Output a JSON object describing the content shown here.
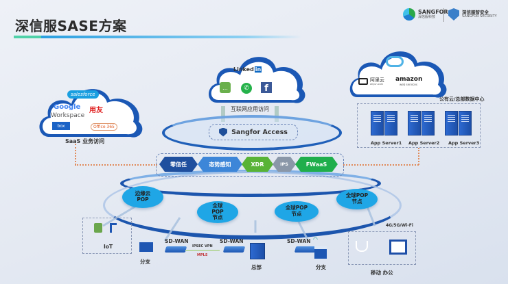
{
  "header": {
    "title": "深信服SASE方案",
    "logos": [
      {
        "name": "SANGFOR",
        "sub": "深信服科技"
      },
      {
        "name": "深信服智安全",
        "sub": "SANGFOR SECURITY"
      }
    ]
  },
  "clouds": {
    "saas": {
      "caption": "SaaS 业务访问",
      "brands": [
        "salesforce",
        "Google",
        "Workspace",
        "用友",
        "box",
        "Office 365"
      ]
    },
    "internet": {
      "caption": "互联网应用访问",
      "brands": [
        "Linked",
        "in",
        "WeChat",
        "WhatsApp",
        "f"
      ]
    },
    "public": {
      "caption": "公有云/总部数据中心",
      "brands": [
        "阿里云",
        "aliyun.com",
        "amazon",
        "web services"
      ]
    }
  },
  "servers": [
    "App Server1",
    "App Server2",
    "App Server3"
  ],
  "access": {
    "label": "Sangfor Access"
  },
  "services": [
    {
      "label": "零信任",
      "color": "#1f4f9e"
    },
    {
      "label": "态势感知",
      "color": "#3d86d8"
    },
    {
      "label": "XDR",
      "color": "#58b336"
    },
    {
      "label": "IPS",
      "color": "#8a97a8"
    },
    {
      "label": "FWaaS",
      "color": "#1fae4b"
    }
  ],
  "pops": [
    {
      "line1": "边缘云",
      "line2": "POP"
    },
    {
      "line1": "全球",
      "line2": "POP",
      "line3": "节点"
    },
    {
      "line1": "全球POP",
      "line2": "节点"
    },
    {
      "line1": "全球POP",
      "line2": "节点"
    }
  ],
  "edge": {
    "iot": "IoT",
    "branch1": "分支",
    "sdwan1": "SD-WAN",
    "sdwan2": "SD-WAN",
    "sdwan3": "SD-WAN",
    "ipsec": "IPSEC VPN",
    "mpls": "MPLS",
    "hq": "总部",
    "branch2": "分支",
    "mobile_net": "4G/5G/Wi-Fi",
    "mobile": "移动 办公"
  }
}
